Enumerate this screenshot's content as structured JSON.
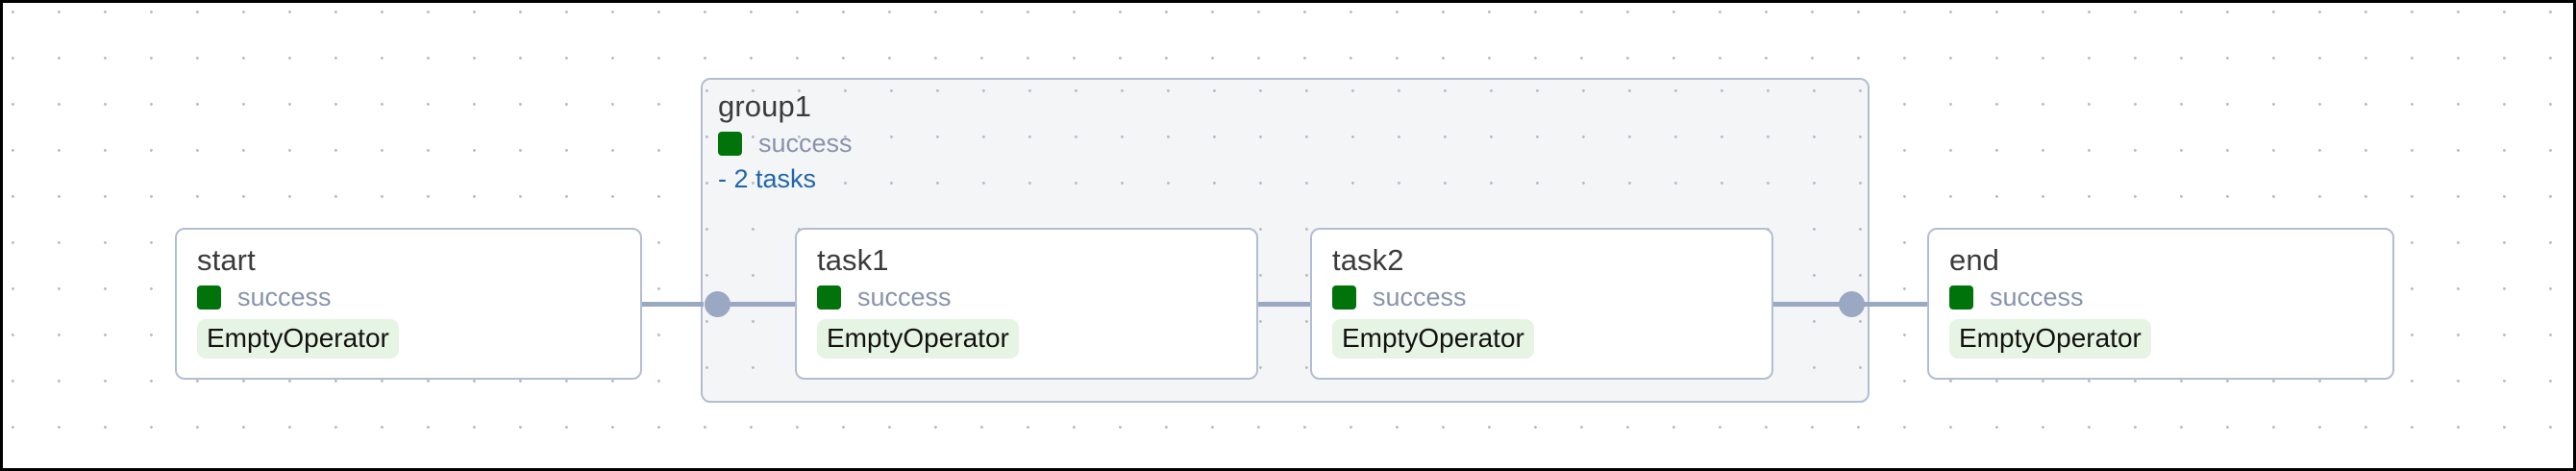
{
  "canvas": {
    "grid": "dot-grid",
    "background_color": "#ffffff",
    "border_color": "#000000"
  },
  "group": {
    "id": "group1",
    "title": "group1",
    "status": "success",
    "status_color": "#00730a",
    "tasks_label": "- 2 tasks",
    "tasks_link_color": "#2166ac",
    "background_color": "#f4f5f6",
    "border_color": "#b3bdd1"
  },
  "nodes": [
    {
      "id": "start",
      "title": "start",
      "status": "success",
      "operator": "EmptyOperator",
      "status_color": "#00730a",
      "operator_badge_color": "#e6f4e4"
    },
    {
      "id": "task1",
      "title": "task1",
      "status": "success",
      "operator": "EmptyOperator",
      "status_color": "#00730a",
      "operator_badge_color": "#e6f4e4"
    },
    {
      "id": "task2",
      "title": "task2",
      "status": "success",
      "operator": "EmptyOperator",
      "status_color": "#00730a",
      "operator_badge_color": "#e6f4e4"
    },
    {
      "id": "end",
      "title": "end",
      "status": "success",
      "operator": "EmptyOperator",
      "status_color": "#00730a",
      "operator_badge_color": "#e6f4e4"
    }
  ],
  "edges": [
    {
      "from": "start",
      "to": "group1"
    },
    {
      "from": "group1",
      "to": "task1"
    },
    {
      "from": "task1",
      "to": "task2"
    },
    {
      "from": "task2",
      "to": "group1"
    },
    {
      "from": "group1",
      "to": "end"
    }
  ]
}
